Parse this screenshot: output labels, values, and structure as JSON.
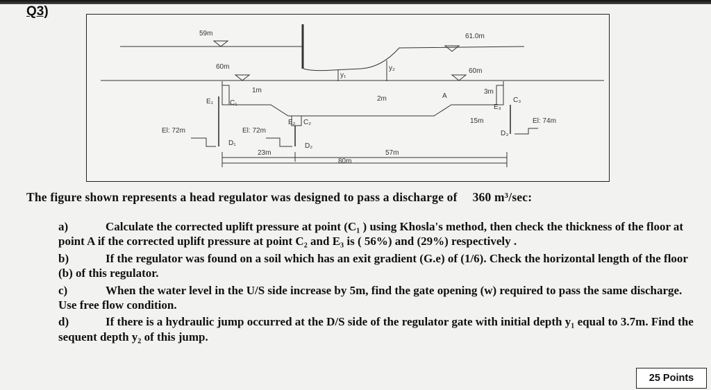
{
  "question_number": "Q3)",
  "figure": {
    "labels": {
      "us_level_top": "59m",
      "ds_level_top": "61.0m",
      "us_level_mid": "60m",
      "ds_level_mid": "60m",
      "y1": "y₁",
      "y2": "y₂",
      "floor_1m": "1m",
      "floor_2m": "2m",
      "floor_3m": "3m",
      "e1": "E₁",
      "c1": "C₁",
      "d1": "D₁",
      "e2": "E₂",
      "c2": "C₂",
      "d2": "D₂",
      "e3": "E₃",
      "c3": "C₃",
      "d3": "D₃",
      "point_a": "A",
      "el_us": "El: 72m",
      "el_mid": "El: 72m",
      "el_ds": "El: 74m",
      "sill": "15m",
      "len_23": "23m",
      "len_57": "57m",
      "len_80": "80m"
    }
  },
  "intro": {
    "text": "The figure shown represents a head regulator was designed to pass a discharge of",
    "discharge": "360 m³/sec:"
  },
  "parts": [
    {
      "label": "a)",
      "text": "Calculate the corrected uplift pressure at point (C₁ ) using Khosla's method, then check the thickness of the floor at point A if the corrected uplift pressure at point C₂ and E₃ is ( 56%) and (29%) respectively ."
    },
    {
      "label": "b)",
      "text": "If the regulator was found on a soil which has an exit gradient (G.e) of (1/6). Check the horizontal length of the floor (b) of this regulator."
    },
    {
      "label": "c)",
      "text": "When the water level in the U/S side increase by 5m, find the gate opening (w) required to pass the same discharge. Use free flow condition."
    },
    {
      "label": "d)",
      "text": "If there is a hydraulic jump occurred at the D/S side of the regulator gate with initial depth y₁ equal to 3.7m. Find the sequent depth y₂ of this jump."
    }
  ],
  "points": "25 Points"
}
